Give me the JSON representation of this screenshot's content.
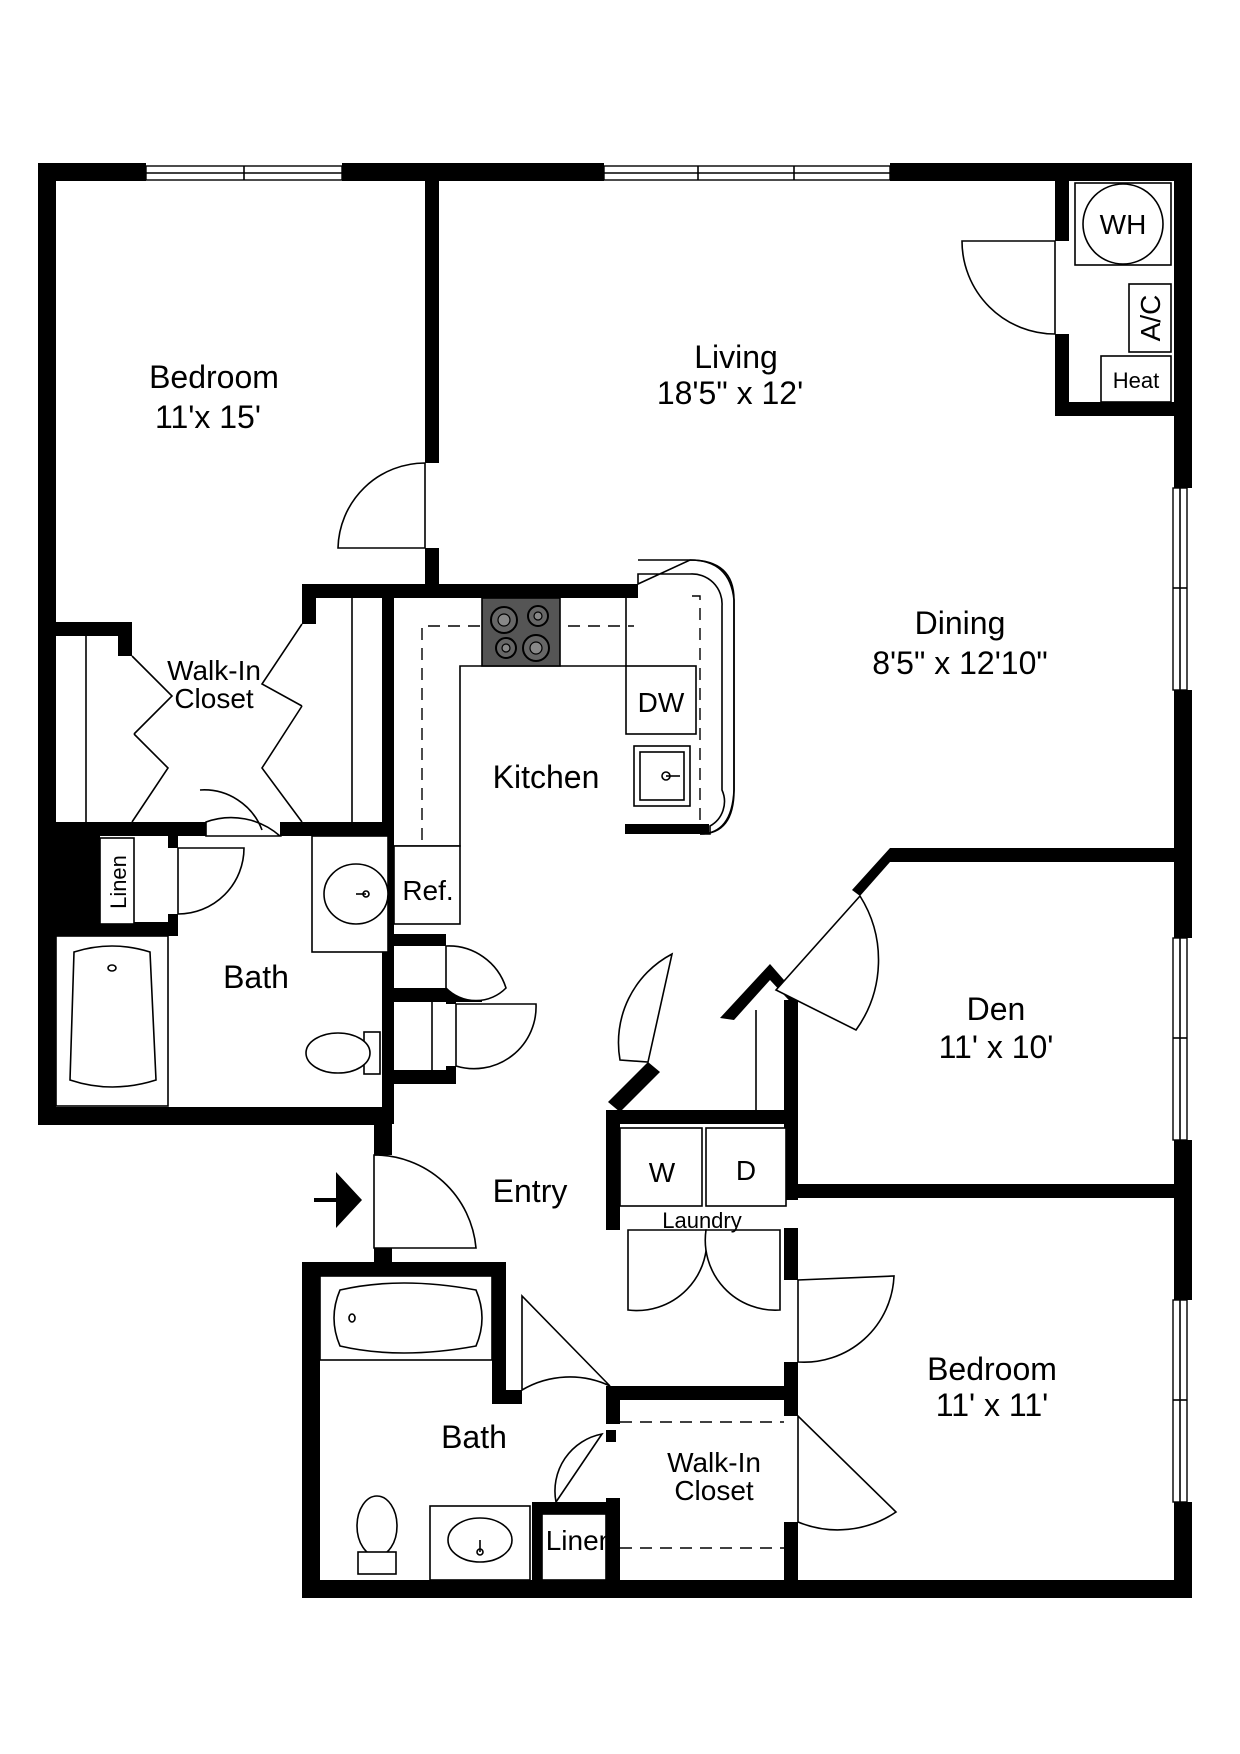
{
  "rooms": {
    "bedroom1": {
      "name": "Bedroom",
      "dims": "11'x 15'"
    },
    "living": {
      "name": "Living",
      "dims": "18'5\" x 12'"
    },
    "dining": {
      "name": "Dining",
      "dims": "8'5\" x 12'10\""
    },
    "kitchen": {
      "name": "Kitchen"
    },
    "closet1": {
      "line1": "Walk-In",
      "line2": "Closet"
    },
    "bath1": {
      "name": "Bath"
    },
    "den": {
      "name": "Den",
      "dims": "11' x 10'"
    },
    "entry": {
      "name": "Entry"
    },
    "laundry": {
      "name": "Laundry",
      "washer": "W",
      "dryer": "D"
    },
    "bath2": {
      "name": "Bath"
    },
    "closet2": {
      "line1": "Walk-In",
      "line2": "Closet"
    },
    "bedroom2": {
      "name": "Bedroom",
      "dims": "11' x 11'"
    }
  },
  "fixtures": {
    "water_heater": "WH",
    "ac": "A/C",
    "heat": "Heat",
    "dishwasher": "DW",
    "refrigerator": "Ref.",
    "linen1": "Linen",
    "linen2": "Linen"
  },
  "icons": {
    "entry_arrow": "entry-arrow-icon"
  }
}
